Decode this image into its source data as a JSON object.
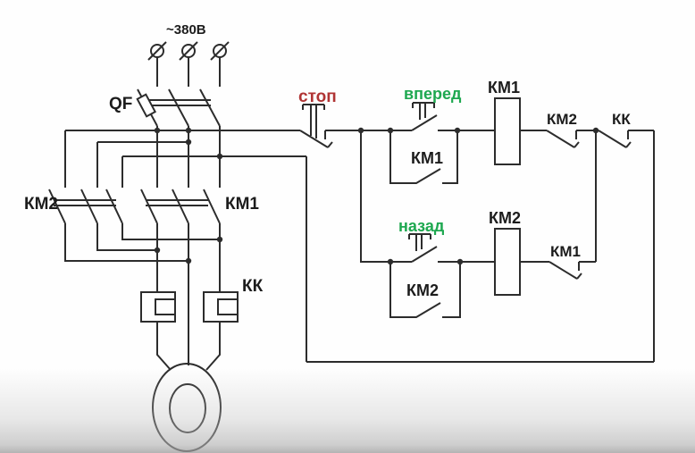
{
  "diagram_title": "Reversing magnetic starter schematic",
  "colors": {
    "line": "#2c2c2c",
    "stop_label": "#b03434",
    "direction_label": "#1ea850",
    "black_label": "#1c1c1c",
    "background": "#fefefe"
  },
  "labels": {
    "supply_voltage": "~380В",
    "breaker": "QF",
    "contactor_bank_left": "КМ2",
    "contactor_bank_right": "КМ1",
    "thermal_relay": "КК",
    "stop_button": "стоп",
    "forward_button": "вперед",
    "reverse_button": "назад",
    "km1_aux_contact": "КМ1",
    "km1_coil": "КМ1",
    "km2_interlock_contact": "КМ2",
    "kk_trip_contact": "КК",
    "km2_aux_contact": "КМ2",
    "km2_coil": "КМ2",
    "km1_interlock_contact": "КМ1"
  }
}
